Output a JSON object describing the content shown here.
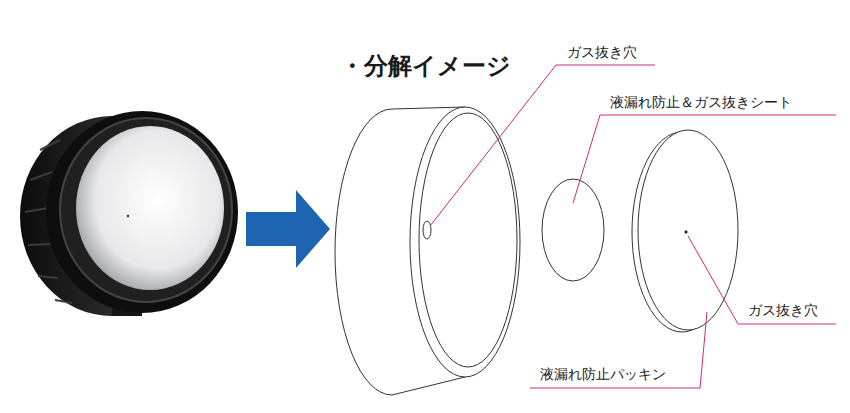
{
  "diagram": {
    "title": "・分解イメージ",
    "labels": [
      "ガス抜き穴",
      "液漏れ防止＆ガス抜きシート",
      "ガス抜き穴",
      "液漏れ防止パッキン"
    ]
  }
}
